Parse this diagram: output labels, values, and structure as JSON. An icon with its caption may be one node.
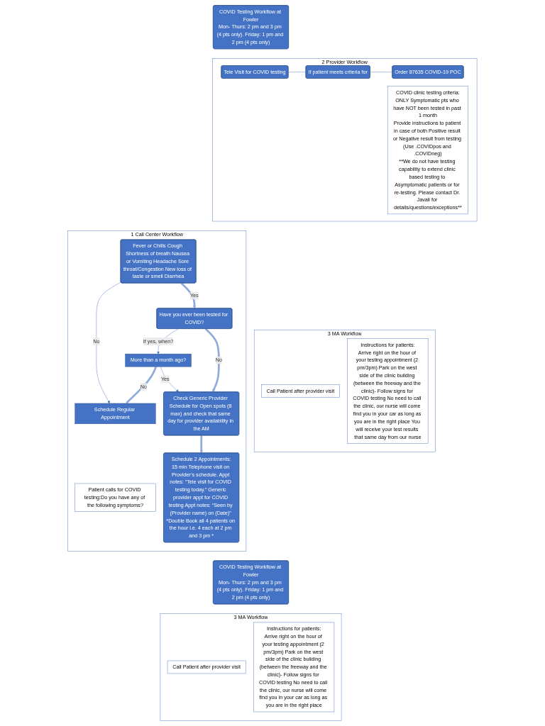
{
  "diagram": {
    "nodes": [
      {
        "text": [
          "COVID Testing Workflow at Fowler",
          "Mon- Thurs: 2 pm and 3 pm (4 pts only). Friday: 1 pm and 2 pm (4 pts only)"
        ]
      },
      {
        "text": [
          "Call Center Workflow"
        ],
        "beside": [
          "1"
        ]
      },
      {
        "text": [
          "Patient calls for COVID testing:Do you have any of the following symptoms?"
        ],
        "in": 1
      },
      {
        "text": [
          "Fever or Chills Cough Shortness of breath Nausea or Vomiting Headache Sore throat/Congestion New loss of taste or smell Diarrhea"
        ],
        "in": 1
      },
      {
        "text": [
          "Schedule Regular Appointment"
        ],
        "in": 1
      },
      {
        "text": [
          "Have you ever been tested for COVID?"
        ],
        "in": 1
      },
      {
        "text": [
          "More than a month ago?"
        ],
        "in": 1
      },
      {
        "text": [
          "Check Generic Provider Schedule for Open spots (8 max) and check that same day for provider availability in the AM"
        ],
        "in": 1
      },
      {
        "text": [
          "Schedule 2 Appointments:",
          "15 min Telephone visit on Provider’s schedule. Appt notes: “Tele visit for COVID testing today.” Generic provider appt for COVID testing Appt notes: “Seen by (Provider name) on (Date)” *Double Book all 4 patients on the hour i.e. 4 each at 2 pm and 3 pm *"
        ],
        "in": 1
      },
      {
        "text": [
          "Provider Workflow"
        ],
        "beside": [
          "2"
        ]
      },
      {
        "text": [
          "Tele Visit for COVID testing"
        ],
        "in": 9
      },
      {
        "text": [
          "If patient meets criteria for"
        ],
        "in": 9
      },
      {
        "text": [
          "Order 87635 COVID-19 POC"
        ],
        "in": 9
      },
      {
        "text": [
          "COVID clinic testing criteria:",
          "ONLY Symptomatic pts who have NOT been tested in past 1 month",
          "Provide instructions to patient in case of both Positive result or Negative result from testing (Use .COVIDpos and .COVIDneg)",
          "**We do not have testing capability to extend clinic based testing to Asymptomatic patients or for re-testing. Please contact Dr. Javali for details/questions/exceptions**"
        ],
        "in": 9
      },
      {
        "text": [
          "MA Workflow"
        ],
        "beside": [
          "3"
        ]
      },
      {
        "text": [
          "Call Patient after provider visit"
        ],
        "in": 14
      },
      {
        "text": [
          "Instructions for patients:",
          "Arrive right on the hour of your testing appointment (2 pm/3pm) Park on the west side of the clinic building (between the freeway and the clinic)- Follow signs for COVID testing No need to call the clinic, our nurse will come find you in your car as long as you are in the right place You will receive your test results that same day from our nurse"
        ],
        "in": 14
      },
      {
        "text": [
          "COVID Testing Workflow at Fowler",
          "Mon- Thurs: 2 pm and 3 pm (4 pts only). Friday: 1 pm and 2 pm (4 pts only)"
        ]
      },
      {
        "text": [
          "MA Workflow"
        ],
        "beside": [
          "3"
        ]
      },
      {
        "text": [
          "Call Patient after provider visit"
        ],
        "in": 18
      },
      {
        "text": [
          "Instructions for patients:",
          "Arrive right on the hour of your testing appointment (2 pm/3pm) Park on the west side of the clinic building (between the freeway and the clinic)- Follow signs for COVID testing No need to call the clinic, our nurse will come find you in your car as long as you are in the right place"
        ],
        "in": 18
      }
    ],
    "edges": [
      {
        "from": 3,
        "to": 4,
        "arrow": "to",
        "label": "No"
      },
      {
        "from": 3,
        "to": 5,
        "arrow": "to",
        "label": "Yes",
        "style": "thick",
        "color": "#8faadc"
      },
      {
        "from": 5,
        "to": 6,
        "arrow": "to",
        "label": "If yes, when?"
      },
      {
        "from": 6,
        "to": 4,
        "arrow": "to",
        "label": "No",
        "style": "thick",
        "color": "#8faadc"
      },
      {
        "from": 5,
        "to": 7,
        "arrow": "to",
        "label": "No",
        "style": "thick",
        "color": "#8faadc"
      },
      {
        "from": 6,
        "to": 7,
        "arrow": "to",
        "label": "Yes"
      },
      {
        "from": 7,
        "to": 8,
        "arrow": "to",
        "style": "thick",
        "color": "#8faadc"
      },
      {
        "from": 10,
        "to": 11,
        "arrow": "none"
      },
      {
        "from": 11,
        "to": 12,
        "arrow": "none"
      }
    ]
  }
}
